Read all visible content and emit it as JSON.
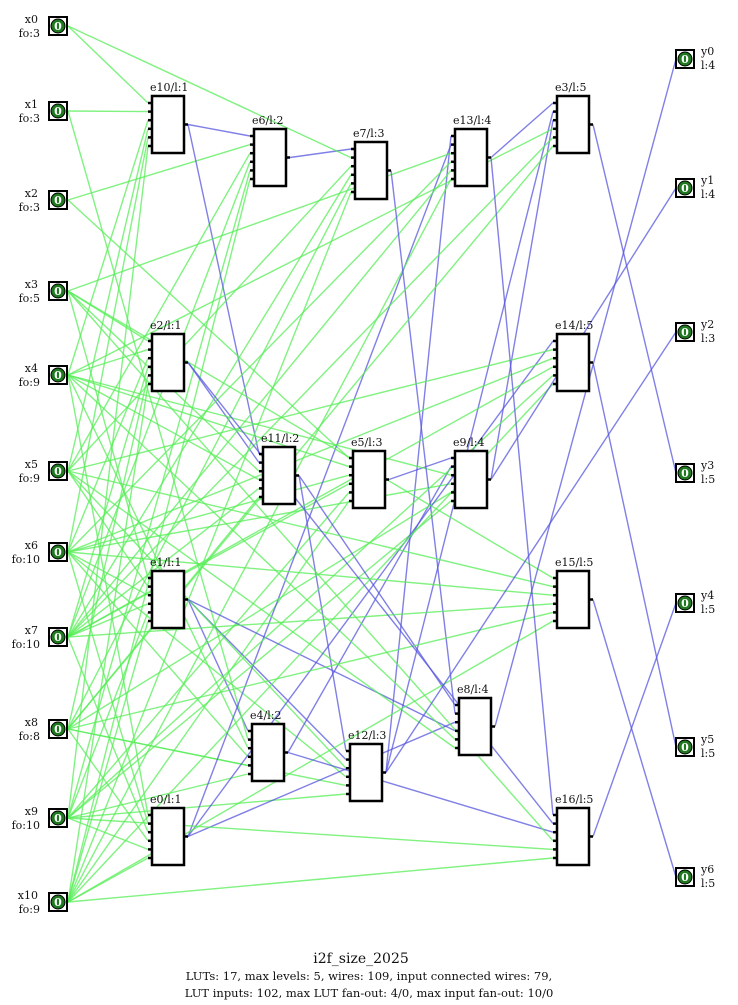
{
  "inputs": [
    {
      "id": "x0",
      "label": "x0",
      "info": "fo:3",
      "value": "0"
    },
    {
      "id": "x1",
      "label": "x1",
      "info": "fo:3",
      "value": "0"
    },
    {
      "id": "x2",
      "label": "x2",
      "info": "fo:3",
      "value": "0"
    },
    {
      "id": "x3",
      "label": "x3",
      "info": "fo:5",
      "value": "0"
    },
    {
      "id": "x4",
      "label": "x4",
      "info": "fo:9",
      "value": "0"
    },
    {
      "id": "x5",
      "label": "x5",
      "info": "fo:9",
      "value": "0"
    },
    {
      "id": "x6",
      "label": "x6",
      "info": "fo:10",
      "value": "0"
    },
    {
      "id": "x7",
      "label": "x7",
      "info": "fo:10",
      "value": "0"
    },
    {
      "id": "x8",
      "label": "x8",
      "info": "fo:8",
      "value": "0"
    },
    {
      "id": "x9",
      "label": "x9",
      "info": "fo:10",
      "value": "0"
    },
    {
      "id": "x10",
      "label": "x10",
      "info": "fo:9",
      "value": "0"
    }
  ],
  "outputs": [
    {
      "id": "y0",
      "label": "y0",
      "info": "l:4",
      "value": "0",
      "src": "e8"
    },
    {
      "id": "y1",
      "label": "y1",
      "info": "l:4",
      "value": "0",
      "src": "e9"
    },
    {
      "id": "y2",
      "label": "y2",
      "info": "l:3",
      "value": "0",
      "src": "e12"
    },
    {
      "id": "y3",
      "label": "y3",
      "info": "l:5",
      "value": "0",
      "src": "e3"
    },
    {
      "id": "y4",
      "label": "y4",
      "info": "l:5",
      "value": "0",
      "src": "e16"
    },
    {
      "id": "y5",
      "label": "y5",
      "info": "l:5",
      "value": "0",
      "src": "e14"
    },
    {
      "id": "y6",
      "label": "y6",
      "info": "l:5",
      "value": "0",
      "src": "e15"
    }
  ],
  "luts": [
    {
      "id": "e10",
      "label": "e10/l:1",
      "inputs": [
        "x0",
        "x1",
        "x4",
        "x5",
        "x6",
        "x9"
      ]
    },
    {
      "id": "e2",
      "label": "e2/l:1",
      "inputs": [
        "x3",
        "x4",
        "x6",
        "x7",
        "x8",
        "x10"
      ]
    },
    {
      "id": "e1",
      "label": "e1/l:1",
      "inputs": [
        "x3",
        "x5",
        "x6",
        "x7",
        "x9",
        "x10"
      ]
    },
    {
      "id": "e0",
      "label": "e0/l:1",
      "inputs": [
        "x4",
        "x6",
        "x7",
        "x8",
        "x9",
        "x10"
      ]
    },
    {
      "id": "e6",
      "label": "e6/l:2",
      "inputs": [
        "e10",
        "x2",
        "x5",
        "x7",
        "x9",
        "x10"
      ]
    },
    {
      "id": "e11",
      "label": "e11/l:2",
      "inputs": [
        "e10",
        "e2",
        "x3",
        "x4",
        "x7",
        "x8"
      ]
    },
    {
      "id": "e4",
      "label": "e4/l:2",
      "inputs": [
        "e1",
        "x1",
        "x4",
        "x6",
        "x8",
        "x9"
      ]
    },
    {
      "id": "e7",
      "label": "e7/l:3",
      "inputs": [
        "e6",
        "x0",
        "x5",
        "x7",
        "x8",
        "x10"
      ]
    },
    {
      "id": "e5",
      "label": "e5/l:3",
      "inputs": [
        "x2",
        "x4",
        "x6",
        "x7",
        "x9",
        "x10"
      ]
    },
    {
      "id": "e12",
      "label": "e12/l:3",
      "inputs": [
        "e11",
        "e1",
        "x5",
        "x6",
        "x8",
        "x9"
      ]
    },
    {
      "id": "e13",
      "label": "e13/l:4",
      "inputs": [
        "e12",
        "e0",
        "x3",
        "x6",
        "x7",
        "x10"
      ]
    },
    {
      "id": "e9",
      "label": "e9/l:4",
      "inputs": [
        "e5",
        "e4",
        "x4",
        "x6",
        "x8",
        "x9"
      ]
    },
    {
      "id": "e8",
      "label": "e8/l:4",
      "inputs": [
        "e11",
        "e7",
        "e0",
        "e1",
        "x4",
        "x5"
      ]
    },
    {
      "id": "e3",
      "label": "e3/l:5",
      "inputs": [
        "e13",
        "e12",
        "e9",
        "x4",
        "x7",
        "x8"
      ]
    },
    {
      "id": "e14",
      "label": "e14/l:5",
      "inputs": [
        "e0",
        "x5",
        "x6",
        "x7",
        "x9",
        "x10"
      ]
    },
    {
      "id": "e15",
      "label": "e15/l:5",
      "inputs": [
        "x3",
        "x5",
        "x6",
        "x7",
        "x8",
        "x10"
      ]
    },
    {
      "id": "e16",
      "label": "e16/l:5",
      "inputs": [
        "e13",
        "e2",
        "e4",
        "x3",
        "x9",
        "x10"
      ]
    }
  ],
  "colors": {
    "input_wire": "#55ee55",
    "internal_wire": "#5555dd",
    "io_fill": "#1f7a1f"
  },
  "footer": {
    "title": "i2f_size_2025",
    "line1": "LUTs: 17, max levels: 5, wires: 109, input connected wires: 79,",
    "line2": "LUT inputs: 102, max  LUT fan-out: 4/0, max input fan-out: 10/0"
  }
}
